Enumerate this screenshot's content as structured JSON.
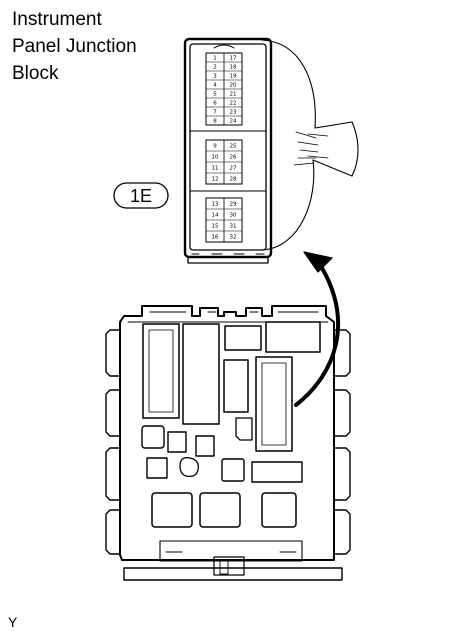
{
  "title": "Instrument\nPanel Junction\nBlock",
  "connector_label": "1E",
  "footer_code": "Y",
  "pin_rows": [
    [
      "1",
      "17"
    ],
    [
      "2",
      "18"
    ],
    [
      "3",
      "19"
    ],
    [
      "4",
      "20"
    ],
    [
      "5",
      "21"
    ],
    [
      "6",
      "22"
    ],
    [
      "7",
      "23"
    ],
    [
      "8",
      "24"
    ],
    [
      "9",
      "25"
    ],
    [
      "10",
      "26"
    ],
    [
      "11",
      "27"
    ],
    [
      "12",
      "28"
    ],
    [
      "13",
      "29"
    ],
    [
      "14",
      "30"
    ],
    [
      "15",
      "31"
    ],
    [
      "16",
      "32"
    ]
  ]
}
